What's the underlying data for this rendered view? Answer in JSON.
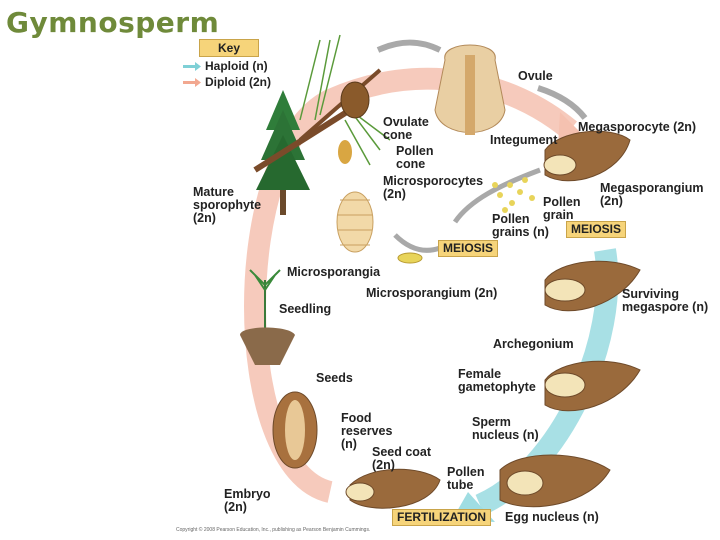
{
  "title": "Gymnosperm",
  "key": {
    "title": "Key",
    "haploid": "Haploid (n)",
    "diploid": "Diploid (2n)",
    "haploid_color": "#7fd0d6",
    "diploid_color": "#f2a890"
  },
  "labels": {
    "ovule": "Ovule",
    "ovulate_cone": "Ovulate\ncone",
    "pollen_cone": "Pollen\ncone",
    "integument": "Integument",
    "megasporocyte": "Megasporocyte (2n)",
    "mature_sporophyte": "Mature\nsporophyte\n(2n)",
    "microsporocytes": "Microsporocytes\n(2n)",
    "megasporangium": "Megasporangium\n(2n)",
    "pollen_grain": "Pollen\ngrain",
    "pollen_grains": "Pollen\ngrains (n)",
    "microsporangia": "Microsporangia",
    "microsporangium": "Microsporangium (2n)",
    "surviving_megaspore": "Surviving\nmegaspore (n)",
    "seedling": "Seedling",
    "archegonium": "Archegonium",
    "female_gametophyte": "Female\ngametophyte",
    "seeds": "Seeds",
    "food_reserves": "Food\nreserves\n(n)",
    "sperm_nucleus": "Sperm\nnucleus (n)",
    "seed_coat": "Seed coat\n(2n)",
    "pollen_tube": "Pollen\ntube",
    "embryo": "Embryo\n(2n)",
    "egg_nucleus": "Egg nucleus (n)"
  },
  "boxes": {
    "meiosis_left": "MEIOSIS",
    "meiosis_right": "MEIOSIS",
    "fertilization": "FERTILIZATION"
  },
  "copyright": "Copyright © 2008 Pearson Education, Inc., publishing as Pearson Benjamin Cummings."
}
